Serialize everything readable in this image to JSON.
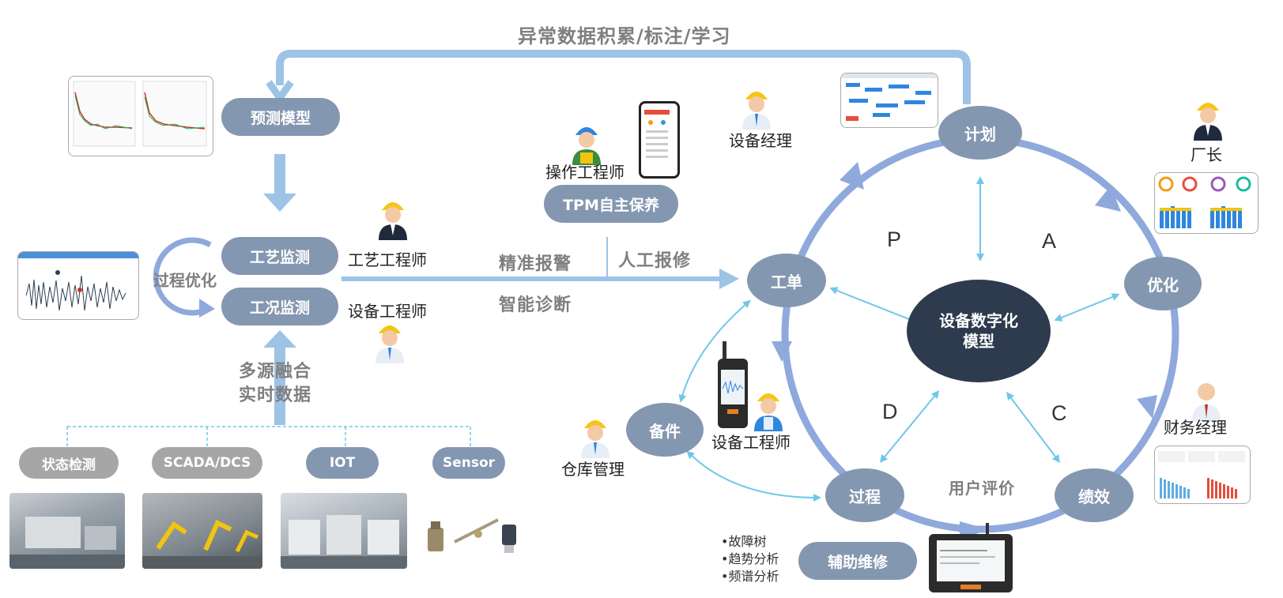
{
  "top_loop_label": "异常数据积累/标注/学习",
  "left": {
    "predict_model": "预测模型",
    "process_monitor": "工艺监测",
    "condition_monitor": "工况监测",
    "process_opt": "过程优化",
    "multi_source_1": "多源融合",
    "multi_source_2": "实时数据",
    "process_engineer": "工艺工程师",
    "equipment_engineer": "设备工程师"
  },
  "sources": [
    "状态检测",
    "SCADA/DCS",
    "IOT",
    "Sensor"
  ],
  "middle": {
    "tpm": "TPM自主保养",
    "operator": "操作工程师",
    "equipment_manager": "设备经理",
    "precise_alarm": "精准报警",
    "smart_diagnosis": "智能诊断",
    "manual_report": "人工报修"
  },
  "cycle": {
    "center_1": "设备数字化",
    "center_2": "模型",
    "plan": "计划",
    "workorder": "工单",
    "optimize": "优化",
    "process": "过程",
    "performance": "绩效",
    "spares": "备件",
    "p": "P",
    "a": "A",
    "d": "D",
    "c": "C",
    "user_eval": "用户评价"
  },
  "roles": {
    "plant_manager": "厂长",
    "finance_manager": "财务经理",
    "equipment_engineer2": "设备工程师",
    "warehouse": "仓库管理"
  },
  "assist": {
    "title": "辅助维修",
    "bullets": [
      "•故障树",
      "•趋势分析",
      "•频谱分析"
    ]
  },
  "colors": {
    "node": "#8497b0",
    "center": "#2e3a4d",
    "ring": "#8fa9dc",
    "flow": "#9dc3e6",
    "cyan": "#6fc7ea",
    "grey": "#a6a6a6"
  }
}
